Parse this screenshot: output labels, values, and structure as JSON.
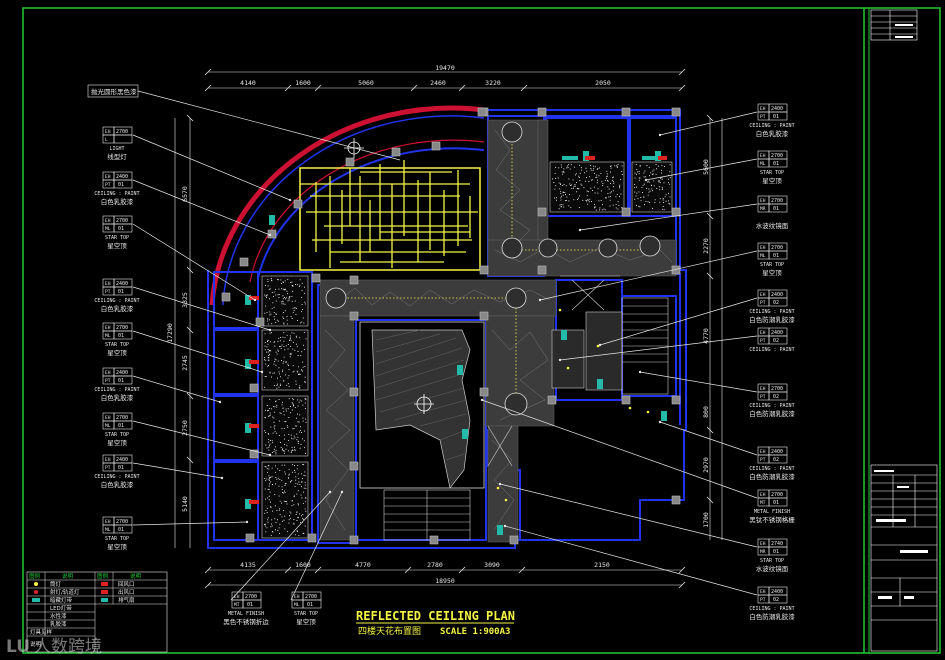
{
  "drawing": {
    "title": "REFLECTED CEILING PLAN",
    "subtitle": "四楼天花布置图",
    "scale": "SCALE 1:900A3",
    "top_label_note": "抛光圆形黑色漆"
  },
  "colors": {
    "frame": "#22cc33",
    "wall": "#2233ee",
    "dim": "#e8e8e8",
    "grid_light": "#f5f545",
    "accent_red": "#dd2222",
    "accent_cyan": "#22bbaa",
    "curved_wall": "#cc1133",
    "marble": "#444"
  },
  "dims_top": {
    "overall": "19470",
    "parts": [
      "4140",
      "1600",
      "5060",
      "2460",
      "3220",
      "2050"
    ]
  },
  "dims_bottom": {
    "overall": "18950",
    "parts": [
      "4135",
      "1600",
      "4770",
      "2780",
      "3090",
      "2150"
    ]
  },
  "dims_left": [
    "6570",
    "3325",
    "2745",
    "2750",
    "5140",
    "17290"
  ],
  "dims_right": [
    "5600",
    "2270",
    "4770",
    "2970",
    "1700",
    "800"
  ],
  "callouts_left": [
    {
      "code": "EH",
      "num": "2700",
      "sub": "L",
      "sub2": "",
      "en": "LIGHT",
      "cn": "线型灯"
    },
    {
      "code": "EH",
      "num": "2400",
      "sub": "PT",
      "sub2": "01",
      "en": "CEILING : PAINT",
      "cn": "白色乳胶漆"
    },
    {
      "code": "EH",
      "num": "2700",
      "sub": "ML",
      "sub2": "01",
      "en": "STAR TOP",
      "cn": "星空顶"
    },
    {
      "code": "EH",
      "num": "2400",
      "sub": "PT",
      "sub2": "01",
      "en": "CEILING : PAINT",
      "cn": "白色乳胶漆"
    },
    {
      "code": "EH",
      "num": "2700",
      "sub": "ML",
      "sub2": "01",
      "en": "STAR TOP",
      "cn": "星空顶"
    },
    {
      "code": "EH",
      "num": "2400",
      "sub": "PT",
      "sub2": "01",
      "en": "CEILING : PAINT",
      "cn": "白色乳胶漆"
    },
    {
      "code": "EH",
      "num": "2700",
      "sub": "ML",
      "sub2": "01",
      "en": "STAR TOP",
      "cn": "星空顶"
    },
    {
      "code": "EH",
      "num": "2400",
      "sub": "PT",
      "sub2": "01",
      "en": "CEILING : PAINT",
      "cn": "白色乳胶漆"
    },
    {
      "code": "EH",
      "num": "2700",
      "sub": "ML",
      "sub2": "01",
      "en": "STAR TOP",
      "cn": "星空顶"
    }
  ],
  "callouts_right": [
    {
      "code": "EH",
      "num": "2400",
      "sub": "PT",
      "sub2": "01",
      "en": "CEILING : PAINT",
      "cn": "白色乳胶漆"
    },
    {
      "code": "EH",
      "num": "2700",
      "sub": "ML",
      "sub2": "01",
      "en": "STAR TOP",
      "cn": "星空顶"
    },
    {
      "code": "EH",
      "num": "2700",
      "sub": "MR",
      "sub2": "01",
      "en": "",
      "cn": "水波纹镜面"
    },
    {
      "code": "EH",
      "num": "2700",
      "sub": "ML",
      "sub2": "01",
      "en": "STAR TOP",
      "cn": "星空顶"
    },
    {
      "code": "EH",
      "num": "2400",
      "sub": "PT",
      "sub2": "02",
      "en": "CEILING : PAINT",
      "cn": "白色防潮乳胶漆"
    },
    {
      "code": "EH",
      "num": "2400",
      "sub": "PT",
      "sub2": "02",
      "en": "CEILING : PAINT",
      "cn": ""
    },
    {
      "code": "EH",
      "num": "2700",
      "sub": "PT",
      "sub2": "02",
      "en": "CEILING : PAINT",
      "cn": "白色防潮乳胶漆"
    },
    {
      "code": "EH",
      "num": "2400",
      "sub": "PT",
      "sub2": "02",
      "en": "CEILING : PAINT",
      "cn": "白色防潮乳胶漆"
    },
    {
      "code": "EH",
      "num": "2700",
      "sub": "MT",
      "sub2": "01",
      "en": "METAL FINISH",
      "cn": "黑钛不锈钢格栅"
    },
    {
      "code": "EH",
      "num": "2740",
      "sub": "MR",
      "sub2": "01",
      "en": "STAR TOP",
      "cn": "水波纹镜面"
    },
    {
      "code": "EH",
      "num": "2400",
      "sub": "PT",
      "sub2": "02",
      "en": "CEILING : PAINT",
      "cn": "白色防潮乳胶漆"
    }
  ],
  "callouts_bottom": [
    {
      "code": "EH",
      "num": "2700",
      "sub": "MT",
      "sub2": "01",
      "en": "METAL FINISH",
      "cn": "黑色不锈钢折边"
    },
    {
      "code": "EH",
      "num": "2700",
      "sub": "ML",
      "sub2": "01",
      "en": "STAR TOP",
      "cn": "星空顶"
    }
  ],
  "legend": {
    "headers": [
      "图例",
      "说明",
      "图例",
      "说明"
    ],
    "rows": [
      [
        "筒灯",
        "回风口"
      ],
      [
        "射灯/轨道灯",
        "出风口"
      ],
      [
        "暗藏灯带",
        "排气扇"
      ]
    ],
    "extra": [
      "LED灯带",
      "水性漆",
      "乳胶漆"
    ],
    "notes": [
      "灯具见样",
      "说明"
    ]
  },
  "watermark": {
    "logo": "LU",
    "text": "人数跨境"
  }
}
